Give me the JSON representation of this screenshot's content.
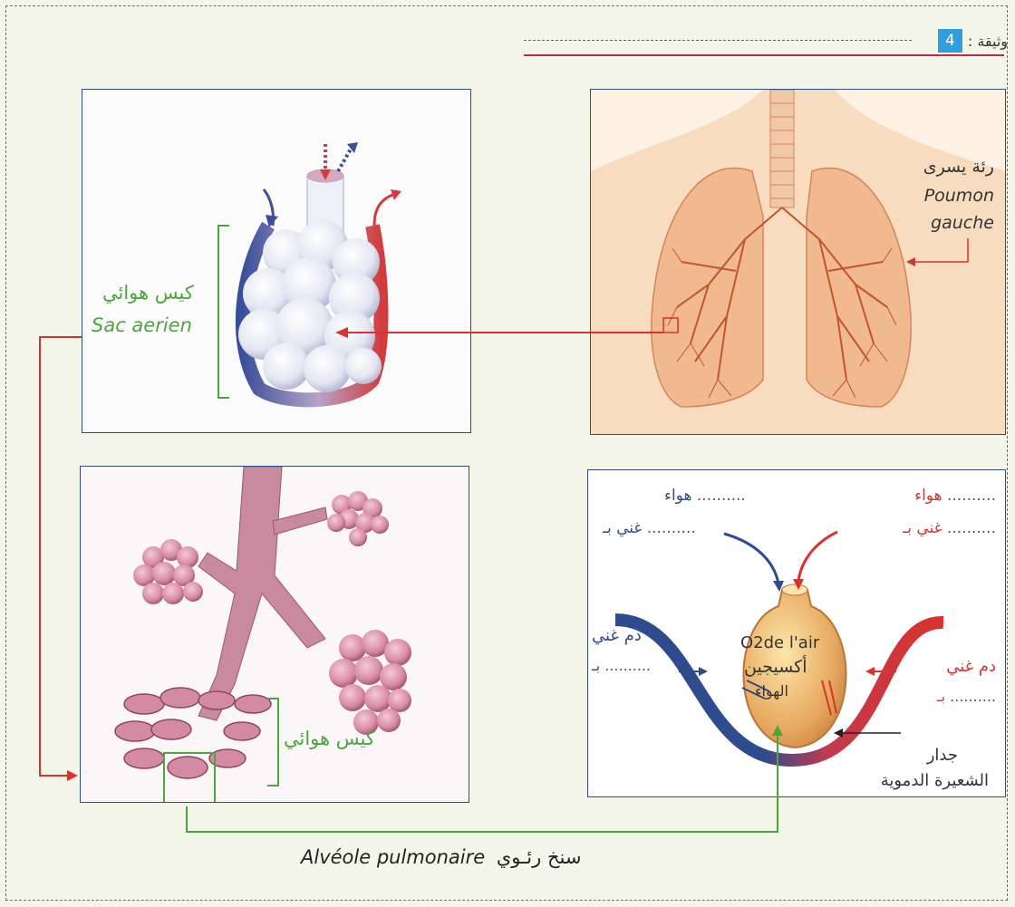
{
  "document": {
    "number": "4",
    "label": "وثيقة :"
  },
  "lungs_panel": {
    "label_ar": "رئة يسرى",
    "label_fr_1": "Poumon",
    "label_fr_2": "gauche"
  },
  "sac_panel": {
    "label_ar": "كيس هوائي",
    "label_fr": "Sac aerien"
  },
  "tree_panel": {
    "label_ar": "كيس هوائي"
  },
  "alveole_panel": {
    "air_left": "هواء",
    "air_left_dots": "..........",
    "rich_left": "غني بـ",
    "rich_left_dots": "..........",
    "air_right": "هواء",
    "air_right_dots": "..........",
    "rich_right": "غني بـ",
    "rich_right_dots": "..........",
    "blood_left": "دم غني",
    "blood_left_sub": "بـ",
    "blood_left_dots": "..........",
    "blood_right": "دم غني",
    "blood_right_sub": "بـ",
    "blood_right_dots": "..........",
    "o2_label": "O2de l'air",
    "o2_ar_1": "أكسيجين",
    "o2_ar_2": "الهواء",
    "wall_1": "جدار",
    "wall_2": "الشعيرة الدموية"
  },
  "caption": {
    "fr": "Alvéole pulmonaire",
    "ar": "سنخ رئـوي"
  },
  "colors": {
    "red": "#d8332e",
    "blue": "#2e4b8e",
    "green": "#4aa83a",
    "frame": "#2e4b8e"
  }
}
